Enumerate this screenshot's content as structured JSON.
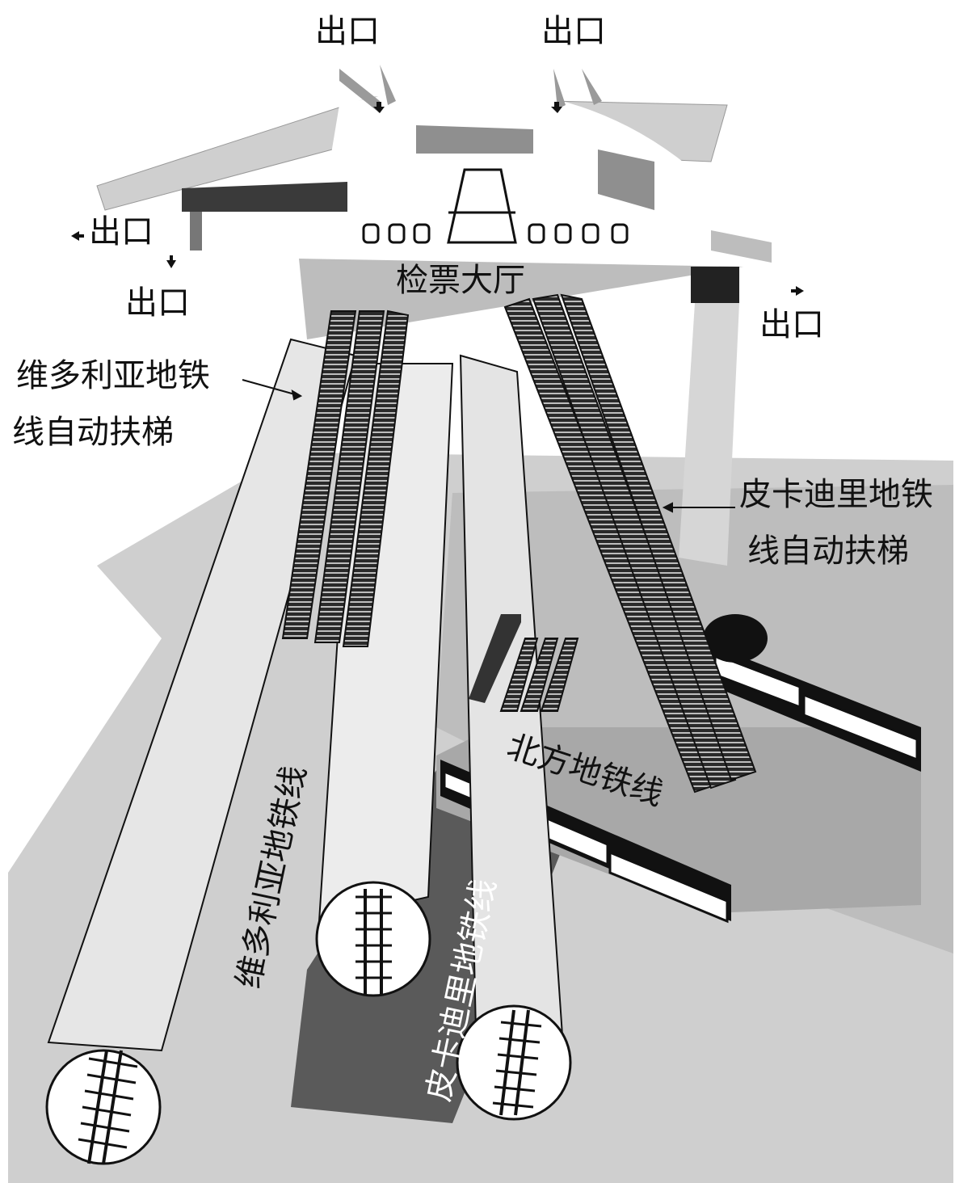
{
  "colors": {
    "ground": "#c9c9c9",
    "ground_light": "#dedede",
    "tunnel_fill": "#e9e9e9",
    "dark_band": "#5a5a5a",
    "mid_gray": "#8f8f8f",
    "black": "#111111",
    "white": "#ffffff"
  },
  "labels": {
    "exit_top_left": "出口",
    "exit_top_right": "出口",
    "exit_left": "出口",
    "exit_lower_left": "出口",
    "exit_right": "出口",
    "hall": "检票大厅",
    "victoria_escalator_line1": "维多利亚地铁",
    "victoria_escalator_line2": "线自动扶梯",
    "piccadilly_escalator_line1": "皮卡迪里地铁",
    "piccadilly_escalator_line2": "线自动扶梯",
    "northern_line": "北方地铁线",
    "victoria_line": "维多利亚地铁线",
    "piccadilly_line": "皮卡迪里地铁线"
  },
  "icons": [
    "exit-arrow-icon",
    "escalator-icon",
    "railway-track-icon",
    "train-icon",
    "ticket-gate-icon"
  ]
}
